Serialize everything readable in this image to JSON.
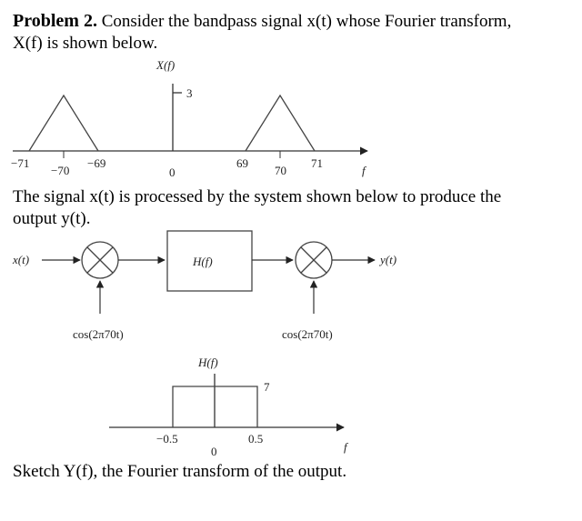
{
  "problem": {
    "label": "Problem 2.",
    "intro_line1": "Consider the bandpass signal x(t) whose Fourier transform,",
    "intro_line2": "X(f) is shown below.",
    "middle_line1": "The signal x(t) is processed by the system shown below to produce the",
    "middle_line2": "output y(t).",
    "question": "Sketch Y(f), the Fourier transform of the output."
  },
  "spectrum_plot": {
    "ylabel": "X(f)",
    "height_label": "3",
    "xlabel": "f",
    "ticks": [
      "−71",
      "−70",
      "−69",
      "0",
      "69",
      "70",
      "71"
    ]
  },
  "system_diagram": {
    "input": "x(t)",
    "output": "y(t)",
    "filter": "H(f)",
    "osc1": "cos(2π70t)",
    "osc2": "cos(2π70t)"
  },
  "filter_plot": {
    "ylabel": "H(f)",
    "height_label": "7",
    "xlabel": "f",
    "ticks": [
      "−0.5",
      "0",
      "0.5"
    ]
  }
}
